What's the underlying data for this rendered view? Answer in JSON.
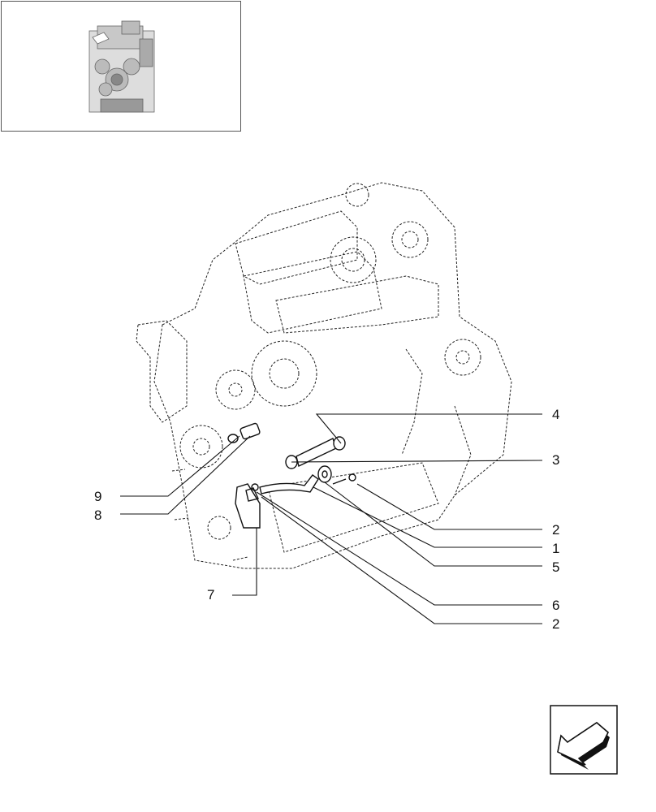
{
  "callouts": {
    "c4": "4",
    "c3": "3",
    "c9": "9",
    "c8": "8",
    "c2a": "2",
    "c1": "1",
    "c5": "5",
    "c7": "7",
    "c6": "6",
    "c2b": "2"
  },
  "icons": {
    "thumbnail": "engine-overview-thumbnail",
    "nav": "previous-page-arrow-icon"
  }
}
